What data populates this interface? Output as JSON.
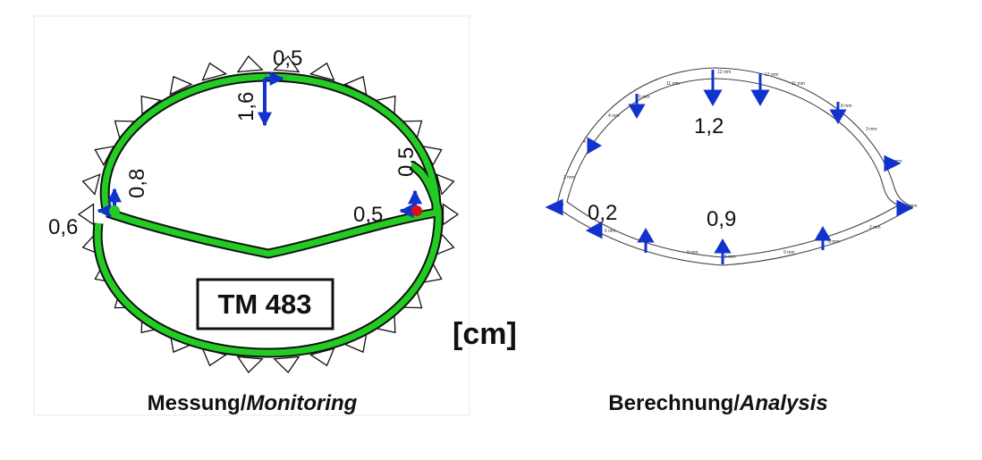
{
  "left_panel": {
    "box_label": "TM 483",
    "values": {
      "top_horizontal": "0,5",
      "top_vertical": "1,6",
      "left_vertical": "0,8",
      "left_horizontal": "0,6",
      "right_vertical": "0,5",
      "right_horizontal": "0,5"
    },
    "caption_main": "Messung/",
    "caption_italic": "Monitoring"
  },
  "unit_label": "[cm]",
  "right_panel": {
    "values": {
      "crown": "1,2",
      "left_lower": "0,2",
      "invert": "0,9"
    },
    "small_labels": [
      "12 mm",
      "12 mm",
      "11 mm",
      "11 mm",
      "6 mm",
      "8 mm",
      "4 mm",
      "3 mm",
      "4 mm",
      "4 mm",
      "2 mm",
      "2 mm",
      "6 mm",
      "9 mm",
      "9 mm",
      "9 mm",
      "6 mm",
      "2 mm",
      "mm"
    ],
    "caption_main": "Berechnung/",
    "caption_italic": "Analysis"
  },
  "colors": {
    "ring_green": "#22cc22",
    "arrow_blue": "#1133cc",
    "point_green": "#22cc22",
    "point_red": "#dd1111"
  }
}
